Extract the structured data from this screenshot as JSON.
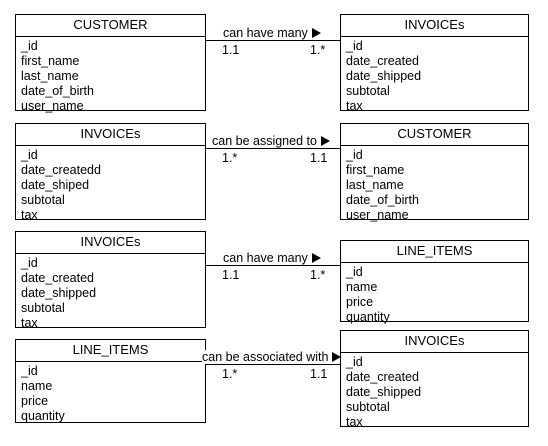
{
  "diagrams": [
    {
      "left": {
        "title": "CUSTOMER",
        "attrs": [
          "_id",
          "first_name",
          "last_name",
          "date_of_birth",
          "user_name"
        ]
      },
      "right": {
        "title": "INVOICEs",
        "attrs": [
          "_id",
          "date_created",
          "date_shipped",
          "subtotal",
          "tax"
        ]
      },
      "relation": {
        "label": "can have many",
        "left_mult": "1.1",
        "right_mult": "1.*"
      }
    },
    {
      "left": {
        "title": "INVOICEs",
        "attrs": [
          "_id",
          "date_createdd",
          "date_shiped",
          "subtotal",
          "tax"
        ]
      },
      "right": {
        "title": "CUSTOMER",
        "attrs": [
          "_id",
          "first_name",
          "last_name",
          "date_of_birth",
          "user_name"
        ]
      },
      "relation": {
        "label": "can be assigned to",
        "left_mult": "1.*",
        "right_mult": "1.1"
      }
    },
    {
      "left": {
        "title": "INVOICEs",
        "attrs": [
          "_id",
          "date_created",
          "date_shipped",
          "subtotal",
          "tax"
        ]
      },
      "right": {
        "title": "LINE_ITEMS",
        "attrs": [
          "_id",
          "name",
          "price",
          "quantity"
        ]
      },
      "relation": {
        "label": "can have many",
        "left_mult": "1.1",
        "right_mult": "1.*"
      }
    },
    {
      "left": {
        "title": "LINE_ITEMS",
        "attrs": [
          "_id",
          "name",
          "price",
          "quantity"
        ]
      },
      "right": {
        "title": "INVOICEs",
        "attrs": [
          "_id",
          "date_created",
          "date_shipped",
          "subtotal",
          "tax"
        ]
      },
      "relation": {
        "label": "can be associated with",
        "left_mult": "1.*",
        "right_mult": "1.1"
      }
    }
  ]
}
